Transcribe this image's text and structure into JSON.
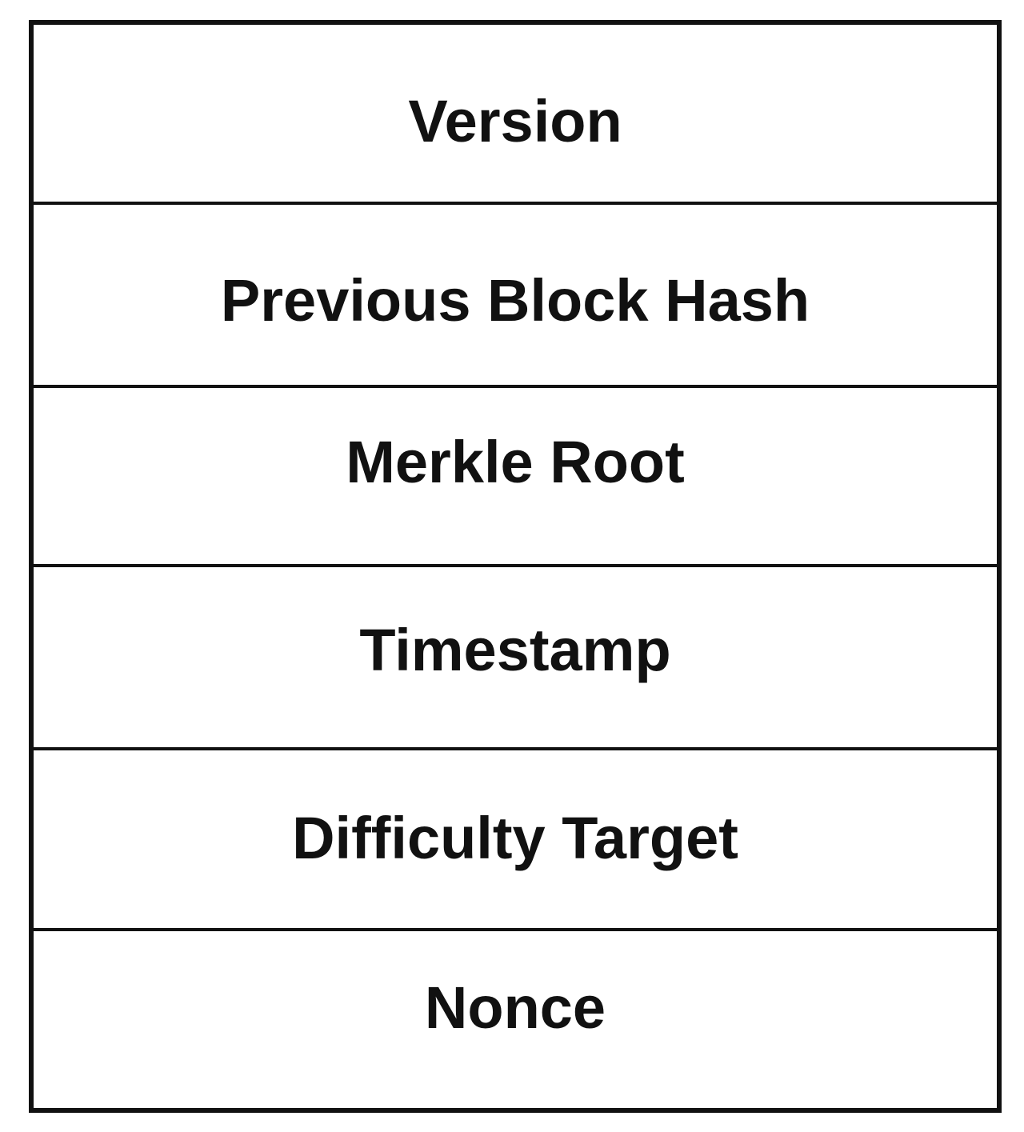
{
  "block_header": {
    "fields": [
      {
        "label": "Version"
      },
      {
        "label": "Previous Block Hash"
      },
      {
        "label": "Merkle Root"
      },
      {
        "label": "Timestamp"
      },
      {
        "label": "Difficulty Target"
      },
      {
        "label": "Nonce"
      }
    ]
  }
}
